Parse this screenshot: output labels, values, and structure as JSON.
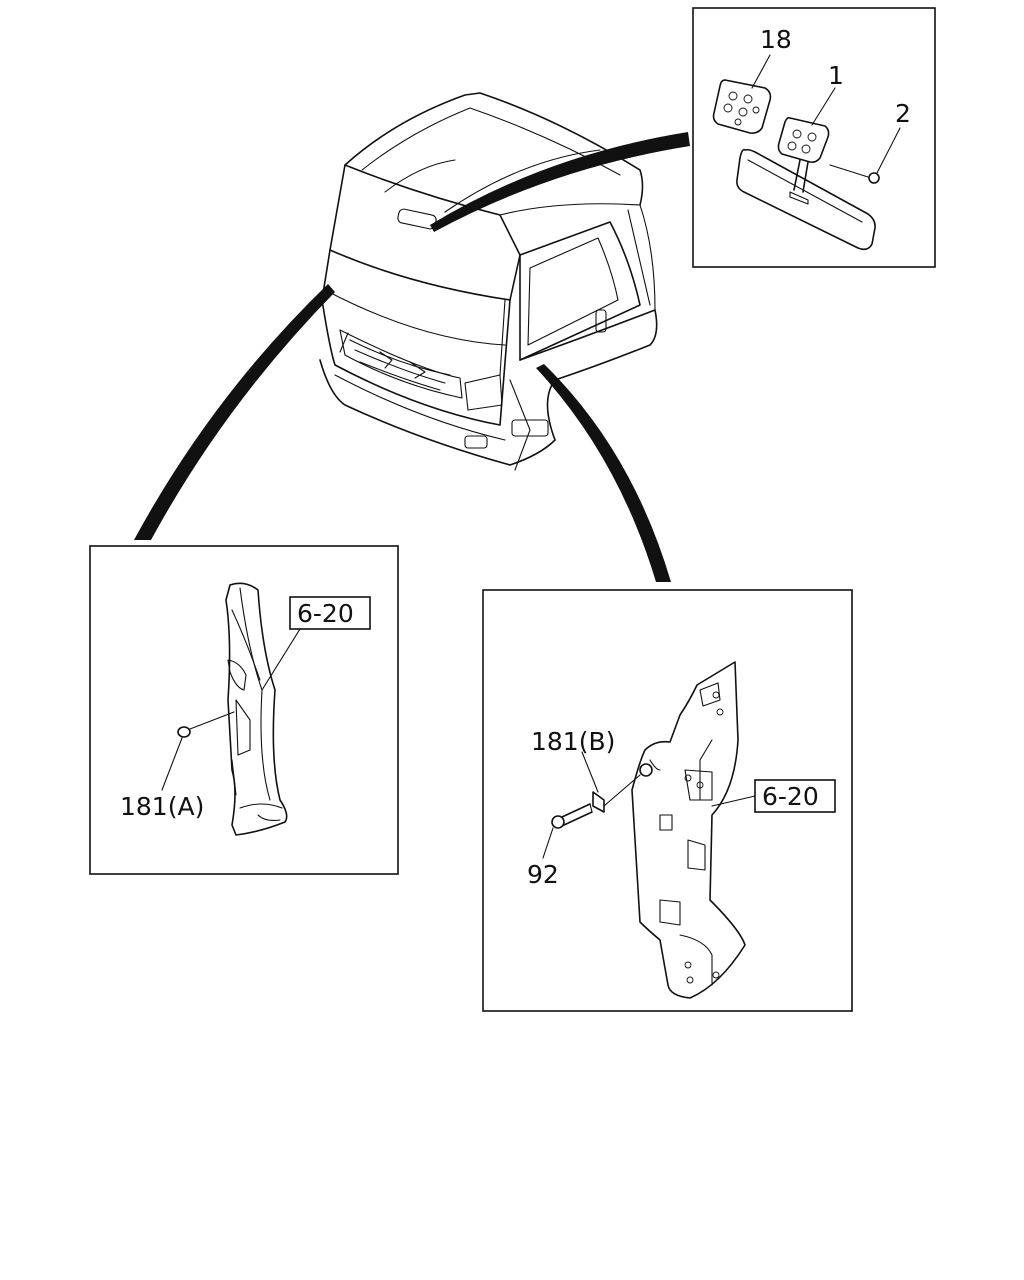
{
  "callouts": {
    "part_18": "18",
    "part_1": "1",
    "part_2": "2",
    "ref_left": "6-20",
    "part_181a": "181(A)",
    "part_181b": "181(B)",
    "ref_right": "6-20",
    "part_92": "92"
  }
}
